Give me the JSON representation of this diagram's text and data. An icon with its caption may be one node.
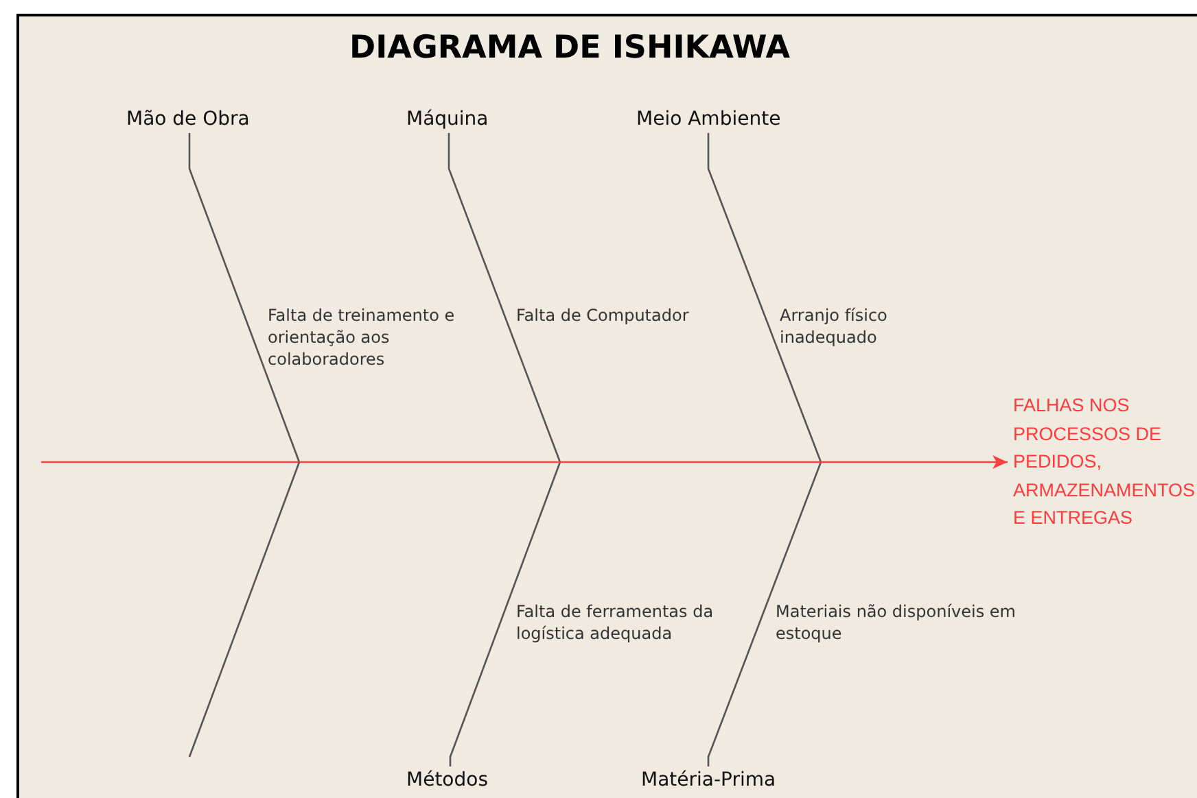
{
  "diagram": {
    "title": "DIAGRAMA DE ISHIKAWA",
    "nodes": [
      {
        "text": [
          "Mão de Obra"
        ]
      },
      {
        "text": [
          "Máquina"
        ]
      },
      {
        "text": [
          "Meio Ambiente"
        ]
      },
      {
        "text": [
          "Métodos"
        ]
      },
      {
        "text": [
          "Matéria-Prima"
        ]
      },
      {
        "text": [
          "FALHAS NOS PROCESSOS DE PEDIDOS, ARMAZENAMENTOS E ENTREGAS"
        ]
      }
    ],
    "edges": [
      {
        "from": 0,
        "to": null,
        "arrow": "none"
      },
      {
        "from": 1,
        "to": null,
        "arrow": "none"
      },
      {
        "from": 2,
        "to": null,
        "arrow": "none"
      },
      {
        "from": 3,
        "to": null,
        "arrow": "none"
      },
      {
        "from": 4,
        "to": null,
        "arrow": "none"
      },
      {
        "from": null,
        "to": 5,
        "arrow": "to",
        "color": "#ff4040"
      }
    ],
    "labels": [
      "Falta de treinamento e orientação aos colaboradores",
      "Falta de Computador",
      "Arranjo físico inadequado",
      "Falta de ferramentas da logística adequada",
      "Materiais não disponíveis em estoque"
    ]
  }
}
